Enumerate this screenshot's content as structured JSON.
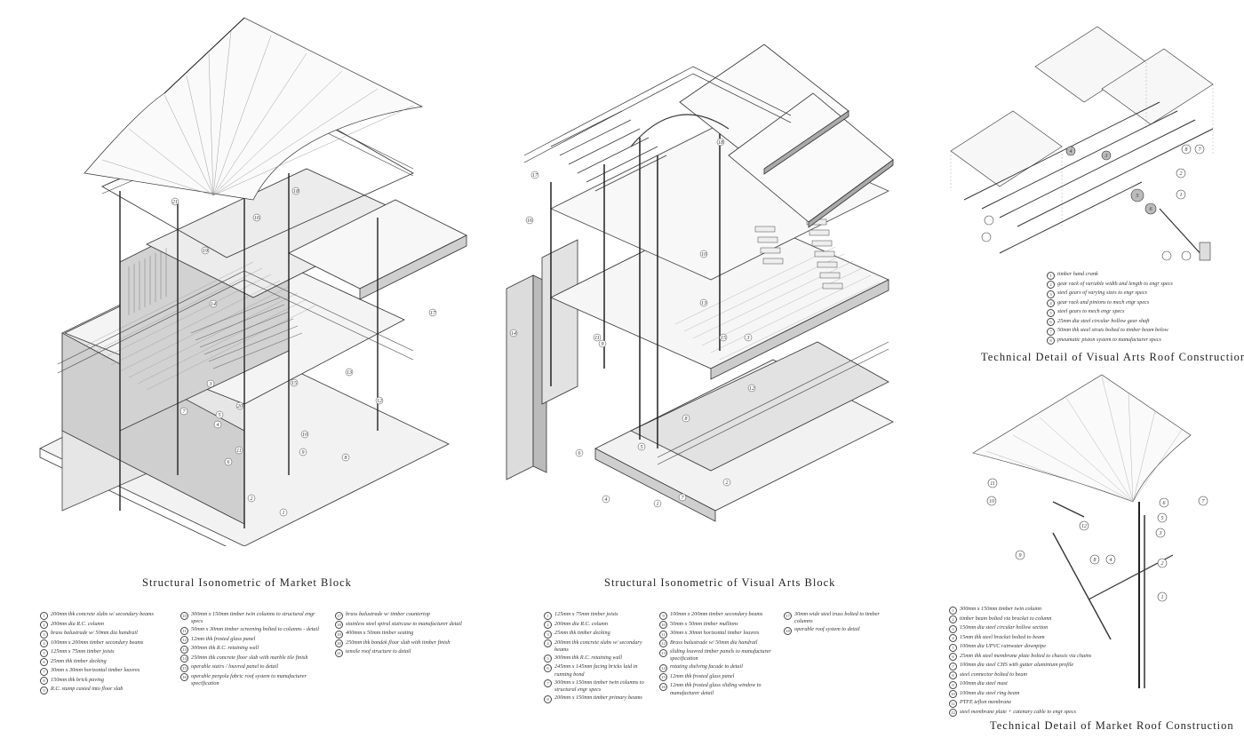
{
  "titles": {
    "market": "Structural Isonometric of Market Block",
    "visual": "Structural Isonometric of Visual Arts Block",
    "visual_roof": "Technical Detail of Visual Arts Roof Construction",
    "market_roof": "Technical Detail of Market Roof Construction"
  },
  "market_legend": [
    {
      "n": "1",
      "t": "200mm thk concrete slabs w/ secondary beams"
    },
    {
      "n": "2",
      "t": "200mm dia R.C. column"
    },
    {
      "n": "3",
      "t": "brass balustrade w/ 50mm dia handrail"
    },
    {
      "n": "4",
      "t": "100mm x 200mm timber secondary beams"
    },
    {
      "n": "5",
      "t": "125mm x 75mm timber joists"
    },
    {
      "n": "6",
      "t": "25mm thk timber decking"
    },
    {
      "n": "7",
      "t": "30mm x 30mm horizontal timber louvres"
    },
    {
      "n": "8",
      "t": "150mm thk brick paving"
    },
    {
      "n": "9",
      "t": "R.C. stump casted into floor slab"
    },
    {
      "n": "10",
      "t": "300mm x 150mm timber twin columns to structural engr specs"
    },
    {
      "n": "11",
      "t": "50mm x 30mm timber screening bolted to columns - detail"
    },
    {
      "n": "12",
      "t": "12mm thk frosted glass panel"
    },
    {
      "n": "13",
      "t": "300mm thk R.C. retaining wall"
    },
    {
      "n": "14",
      "t": "250mm thk concrete floor slab with marble tile finish"
    },
    {
      "n": "15",
      "t": "operable stairs / louvred panel to detail"
    },
    {
      "n": "16",
      "t": "operable pergola fabric roof system to manufacturer specification"
    },
    {
      "n": "17",
      "t": "brass balustrade w/ timber countertop"
    },
    {
      "n": "18",
      "t": "stainless steel spiral staircase to manufacturer detail"
    },
    {
      "n": "19",
      "t": "400mm x 50mm timber seating"
    },
    {
      "n": "20",
      "t": "250mm thk bondek floor slab with timber finish"
    },
    {
      "n": "21",
      "t": "tensile roof structure to detail"
    }
  ],
  "visual_legend": [
    {
      "n": "1",
      "t": "125mm x 75mm timber joists"
    },
    {
      "n": "2",
      "t": "200mm dia R.C. column"
    },
    {
      "n": "3",
      "t": "25mm thk timber decking"
    },
    {
      "n": "4",
      "t": "200mm thk concrete slabs w/ secondary beams"
    },
    {
      "n": "5",
      "t": "300mm thk R.C. retaining wall"
    },
    {
      "n": "6",
      "t": "245mm x 145mm facing bricks laid in running bond"
    },
    {
      "n": "7",
      "t": "300mm x 150mm timber twin columns to structural engr specs"
    },
    {
      "n": "8",
      "t": "200mm x 150mm timber primary beams"
    },
    {
      "n": "9",
      "t": "100mm x 200mm timber secondary beams"
    },
    {
      "n": "10",
      "t": "50mm x 50mm timber mullions"
    },
    {
      "n": "11",
      "t": "30mm x 30mm horizontal timber louvres"
    },
    {
      "n": "12",
      "t": "Brass balustrade w/ 50mm dia handrail"
    },
    {
      "n": "13",
      "t": "sliding louvred timber panels to manufacturer specification"
    },
    {
      "n": "14",
      "t": "rotating shelving facade to detail"
    },
    {
      "n": "15",
      "t": "12mm thk frosted glass panel"
    },
    {
      "n": "16",
      "t": "12mm thk frosted glass sliding window to manufacturer detail"
    },
    {
      "n": "17",
      "t": "30mm wide steel truss bolted to timber columns"
    },
    {
      "n": "18",
      "t": "operable roof system to detail"
    }
  ],
  "visual_roof_legend": [
    {
      "n": "1",
      "t": "timber hand crank"
    },
    {
      "n": "2",
      "t": "gear rack of variable width and length to engr specs"
    },
    {
      "n": "3",
      "t": "steel gears of varying sizes to engr specs"
    },
    {
      "n": "4",
      "t": "gear rack and pinions to mech engr specs"
    },
    {
      "n": "5",
      "t": "steel gears to mech engr specs"
    },
    {
      "n": "6",
      "t": "25mm dia steel circular hollow gear shaft"
    },
    {
      "n": "7",
      "t": "50mm thk steel struts bolted to timber beam below"
    },
    {
      "n": "8",
      "t": "pneumatic piston system to manufacturer specs"
    }
  ],
  "market_roof_legend": [
    {
      "n": "1",
      "t": "300mm x 150mm timber twin column"
    },
    {
      "n": "2",
      "t": "timber beam bolted via bracket to column"
    },
    {
      "n": "3",
      "t": "150mm dia steel circular hollow section"
    },
    {
      "n": "4",
      "t": "15mm thk steel bracket bolted to beam"
    },
    {
      "n": "5",
      "t": "100mm dia UPVC rainwater downpipe"
    },
    {
      "n": "6",
      "t": "25mm thk steel membrane plate bolted to chassis via chains"
    },
    {
      "n": "7",
      "t": "100mm dia steel CHS with gutter aluminium profile"
    },
    {
      "n": "8",
      "t": "steel connector bolted to beam"
    },
    {
      "n": "9",
      "t": "100mm dia steel mast"
    },
    {
      "n": "10",
      "t": "100mm dia steel ring beam"
    },
    {
      "n": "11",
      "t": "PTFE teflon membrane"
    },
    {
      "n": "12",
      "t": "steel membrane plate + catenary cable to engr specs"
    }
  ],
  "callouts_market": [
    "21",
    "16",
    "18",
    "19",
    "14",
    "17",
    "13",
    "12",
    "15",
    "3",
    "7",
    "4",
    "5",
    "10",
    "9",
    "8",
    "2",
    "1",
    "6",
    "11",
    "20"
  ],
  "callouts_visual": [
    "17",
    "16",
    "18",
    "10",
    "13",
    "15",
    "3",
    "12",
    "11",
    "9",
    "8",
    "14",
    "6",
    "5",
    "7",
    "2",
    "4",
    "1"
  ],
  "callouts_vroof": [
    "5",
    "6",
    "4",
    "3",
    "8",
    "7",
    "2",
    "1"
  ],
  "callouts_mroof": [
    "11",
    "10",
    "12",
    "9",
    "8",
    "4",
    "6",
    "5",
    "3",
    "2",
    "1",
    "7"
  ]
}
